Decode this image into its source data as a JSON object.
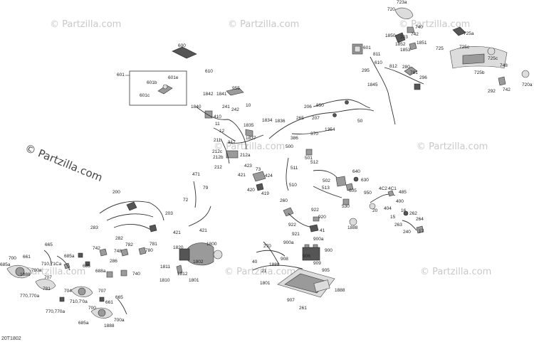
{
  "diagram_code": "20T1802",
  "watermarks": [
    {
      "text": "© Partzilla.com",
      "size": "big"
    },
    {
      "text": "© Partzilla.com",
      "size": "small"
    },
    {
      "text": "© Partzilla.com",
      "size": "small"
    },
    {
      "text": "© Partzilla.com",
      "size": "small"
    },
    {
      "text": "© Partzilla.com",
      "size": "small"
    },
    {
      "text": "© Partzilla.com",
      "size": "small"
    },
    {
      "text": "© Partzilla.com",
      "size": "small"
    },
    {
      "text": "© Partzilla.com",
      "size": "small"
    },
    {
      "text": "© Partzilla.com",
      "size": "small"
    }
  ],
  "callouts": [
    "600",
    "601",
    "601b",
    "601e",
    "601c",
    "610",
    "955",
    "1842",
    "1841",
    "1840",
    "241",
    "242",
    "10",
    "410",
    "11",
    "12",
    "1834",
    "1836",
    "1835",
    "1837",
    "317",
    "206",
    "850",
    "265",
    "207",
    "1354",
    "50",
    "386",
    "370",
    "720",
    "723a",
    "740",
    "742",
    "1850",
    "203",
    "1852",
    "1853",
    "1851",
    "601",
    "811",
    "610",
    "812",
    "295",
    "280",
    "781",
    "296",
    "1845",
    "725",
    "725a",
    "725c",
    "725b",
    "725c",
    "748",
    "292",
    "742",
    "720a",
    "211",
    "212c",
    "212a",
    "212b",
    "212",
    "423",
    "73",
    "421",
    "424",
    "420",
    "419",
    "500",
    "501",
    "512",
    "511",
    "502",
    "513",
    "510",
    "640",
    "630",
    "605",
    "530",
    "950",
    "4C2",
    "4C1",
    "485",
    "404",
    "400",
    "20",
    "16",
    "15",
    "262",
    "264",
    "263",
    "17",
    "240",
    "260",
    "922",
    "920",
    "922",
    "41",
    "921",
    "1888",
    "900a",
    "900a",
    "900",
    "906",
    "908",
    "909",
    "905",
    "1888",
    "907",
    "261",
    "270",
    "40",
    "1888",
    "21",
    "1801",
    "200",
    "203",
    "283",
    "282",
    "471",
    "79",
    "72",
    "421",
    "421",
    "700",
    "685a",
    "661",
    "665",
    "710,71Ca",
    "700a",
    "1888",
    "707",
    "781",
    "770,770a",
    "685a",
    "742",
    "748",
    "780",
    "782",
    "781",
    "685",
    "286",
    "688a",
    "740",
    "704",
    "707",
    "665",
    "710,7'0a",
    "661",
    "700",
    "770,770a",
    "685a",
    "1888",
    "700a",
    "1820",
    "1800",
    "1802",
    "1811",
    "1812",
    "1810",
    "1801"
  ]
}
